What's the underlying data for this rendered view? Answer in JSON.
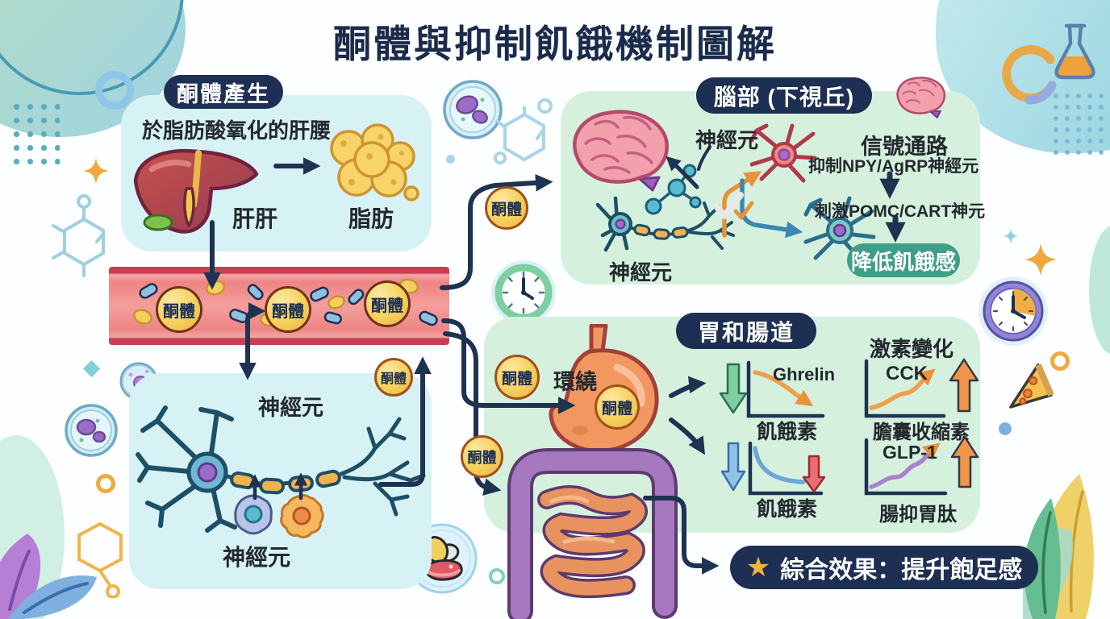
{
  "title": "酮體與抑制飢餓機制圖解",
  "ketone": {
    "label": "酮體"
  },
  "production": {
    "badge": "酮體產生",
    "subtitle": "於脂肪酸氧化的肝腰",
    "liver_label": "肝肝",
    "fat_label": "脂肪"
  },
  "brain": {
    "badge": "腦部 (下視丘)",
    "neuron_top_label": "神經元",
    "neuron_bottom_label": "神經元",
    "pathway_title": "信號通路",
    "step_inhibit": "抑制NPY/AgRP神經元",
    "step_stimulate": "刺激POMC/CART神元",
    "result": "降低飢餓感"
  },
  "gut": {
    "badge": "胃和腸道",
    "hormones_title": "激素變化",
    "circulate_label": "環繞",
    "charts": [
      {
        "label": "Ghrelin",
        "caption": "飢餓素",
        "trend": "down"
      },
      {
        "label": "CCK",
        "caption": "膽囊收縮素",
        "trend": "up"
      },
      {
        "label": "",
        "caption": "飢餓素",
        "trend": "down"
      },
      {
        "label": "GLP-1",
        "caption": "腸抑胃肽",
        "trend": "up"
      }
    ]
  },
  "neuron_box": {
    "top_label": "神經元",
    "bottom_label": "神經元"
  },
  "summary": {
    "icon": "★",
    "text": "綜合效果：提升飽足感"
  },
  "colors": {
    "navy": "#1d2f52",
    "green_box": "#d5f1de",
    "cyan_box": "#d7f2f4",
    "result_green": "#3f9e87",
    "ketone_gold": "#f6cf5e",
    "vessel_red": "#ef8a8a",
    "orange": "#ef9a3f"
  }
}
